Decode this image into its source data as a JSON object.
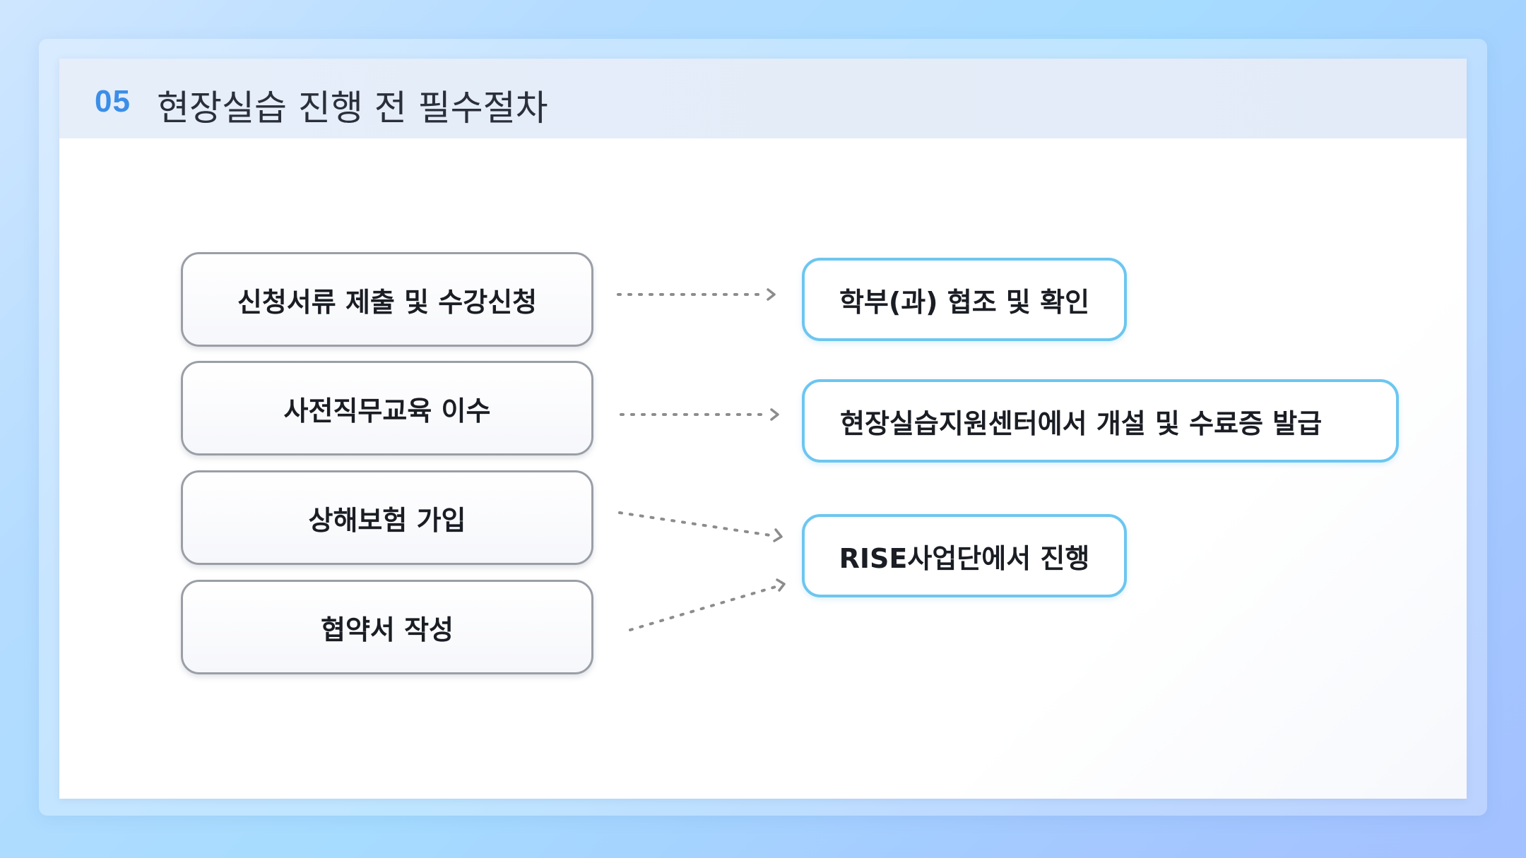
{
  "header": {
    "number": "05",
    "title": "현장실습 진행 전 필수절차"
  },
  "left_steps": [
    {
      "label": "신청서류 제출 및 수강신청"
    },
    {
      "label": "사전직무교육 이수"
    },
    {
      "label": "상해보험 가입"
    },
    {
      "label": "협약서 작성"
    }
  ],
  "right_steps": [
    {
      "label": "학부(과) 협조 및 확인"
    },
    {
      "label": "현장실습지원센터에서 개설 및 수료증 발급"
    },
    {
      "label": "RISE사업단에서 진행"
    }
  ],
  "colors": {
    "accent_number": "#3b8ee8",
    "right_border": "#6cc6f0",
    "left_border": "#9a9ea6",
    "arrow": "#8c8c8c"
  }
}
